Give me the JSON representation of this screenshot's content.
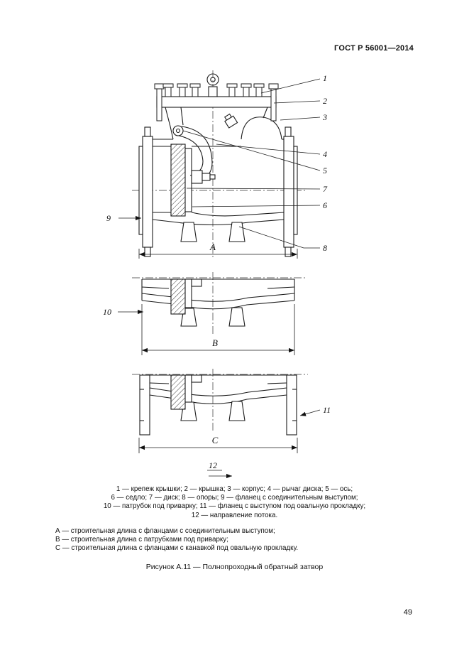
{
  "colors": {
    "paper": "#ffffff",
    "ink": "#111111"
  },
  "page": {
    "header": "ГОСТ Р 56001—2014",
    "page_number": "49",
    "caption": "Рисунок А.11 — Полнопроходный обратный затвор"
  },
  "figure": {
    "callouts": {
      "c1": "1",
      "c2": "2",
      "c3": "3",
      "c4": "4",
      "c5": "5",
      "c6": "6",
      "c7": "7",
      "c8": "8",
      "c9": "9",
      "c10": "10",
      "c11": "11",
      "c12": "12"
    },
    "dimensions": {
      "A": "A",
      "B": "B",
      "C": "C"
    }
  },
  "legend": {
    "line1": "1 — крепеж крышки; 2 — крышка; 3 — корпус; 4 — рычаг диска; 5 — ось;",
    "line2": "6 — седло; 7 — диск; 8 — опоры; 9 — фланец с соединительным выступом;",
    "line3": "10 — патрубок под приварку; 11 — фланец с выступом под овальную прокладку;",
    "line4": "12 — направление потока."
  },
  "notes": {
    "a": "А — строительная длина с фланцами с соединительным выступом;",
    "b": "В — строительная длина с патрубками под приварку;",
    "c": "С — строительная длина с фланцами с канавкой под овальную прокладку."
  }
}
